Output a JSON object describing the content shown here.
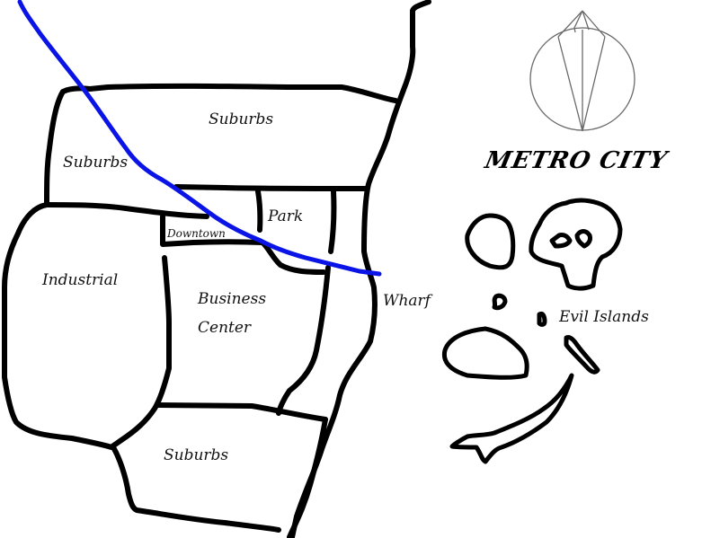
{
  "map": {
    "title": "METRO CITY",
    "colors": {
      "background": "#ffffff",
      "borders": "#000000",
      "river": "#0a14e6",
      "compass": "#6a6a6a"
    },
    "districts": [
      {
        "id": "suburbs-north",
        "label": "Suburbs"
      },
      {
        "id": "suburbs-west",
        "label": "Suburbs"
      },
      {
        "id": "downtown",
        "label": "Downtown"
      },
      {
        "id": "park",
        "label": "Park"
      },
      {
        "id": "industrial",
        "label": "Industrial"
      },
      {
        "id": "business-center",
        "label": "Business Center",
        "line1": "Business",
        "line2": "Center"
      },
      {
        "id": "suburbs-south",
        "label": "Suburbs"
      },
      {
        "id": "wharf",
        "label": "Wharf"
      }
    ],
    "islands": {
      "label": "Evil Islands"
    },
    "compass": {
      "icon": "compass-rose-icon"
    }
  }
}
